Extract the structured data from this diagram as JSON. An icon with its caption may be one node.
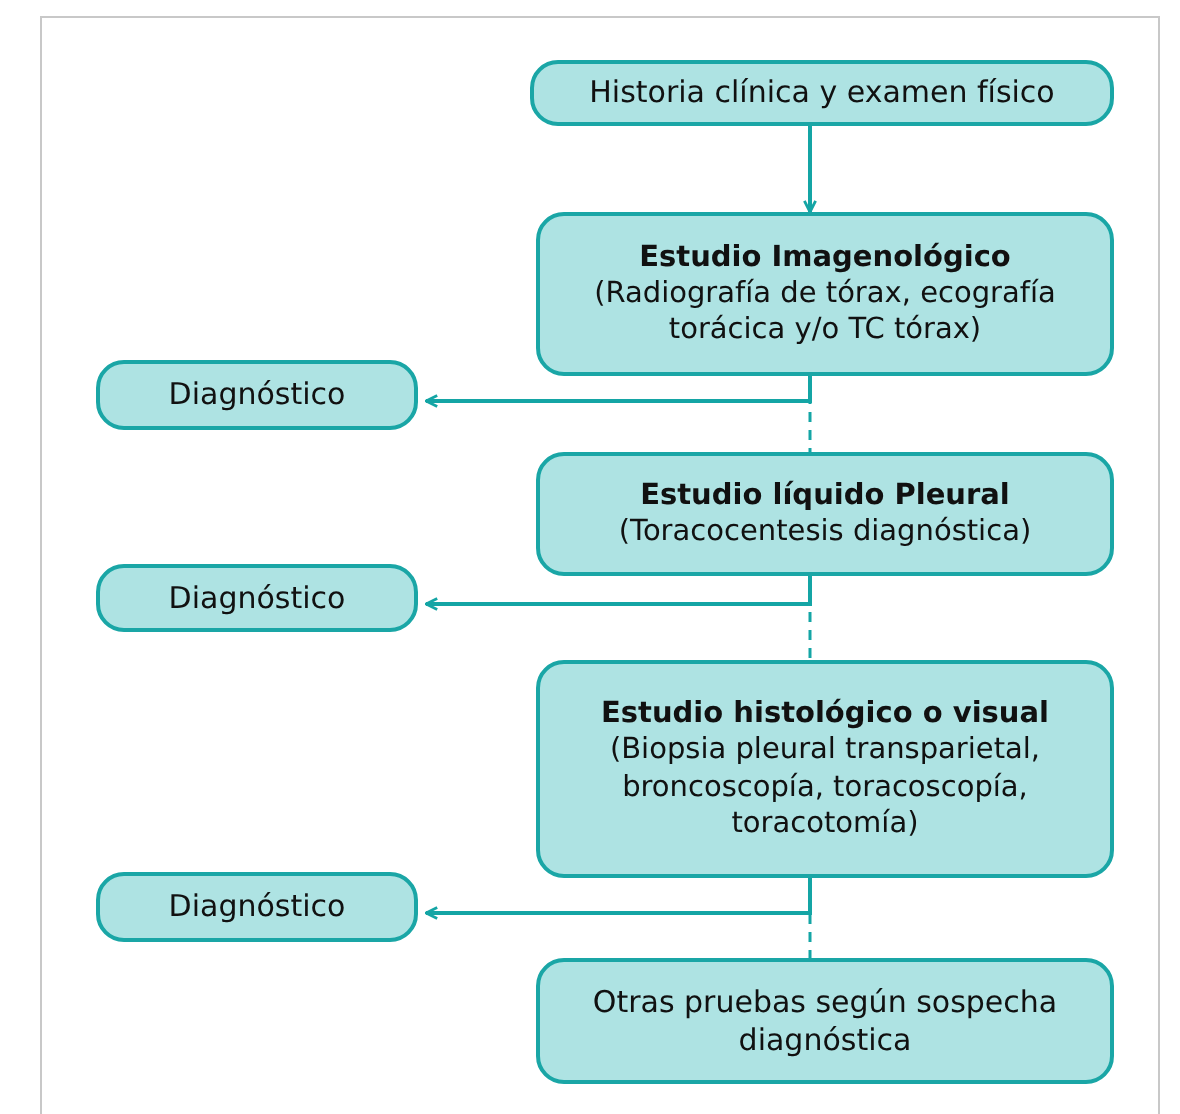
{
  "diagram": {
    "nodes": [
      {
        "text": [
          "Historia clínica y examen físico"
        ]
      },
      {
        "text": [
          "Estudio Imagenológico",
          "(Radiografía de tórax, ecografía torácica y/o TC tórax)"
        ]
      },
      {
        "text": [
          "Diagnóstico"
        ]
      },
      {
        "text": [
          "Estudio líquido Pleural",
          "(Toracocentesis diagnóstica)"
        ]
      },
      {
        "text": [
          "Diagnóstico"
        ]
      },
      {
        "text": [
          "Estudio histológico o visual",
          "(Biopsia pleural transparietal, broncoscopía, toracoscopía, toracotomía)"
        ]
      },
      {
        "text": [
          "Diagnóstico"
        ]
      },
      {
        "text": [
          "Otras pruebas según sospecha diagnóstica"
        ]
      }
    ],
    "edges": [
      {
        "from": 0,
        "to": 1,
        "arrow": "to"
      },
      {
        "from": 1,
        "to": 2,
        "arrow": "to"
      },
      {
        "from": 1,
        "to": 3,
        "arrow": "none",
        "style": "dashed"
      },
      {
        "from": 3,
        "to": 4,
        "arrow": "to"
      },
      {
        "from": 3,
        "to": 5,
        "arrow": "none",
        "style": "dashed"
      },
      {
        "from": 5,
        "to": 6,
        "arrow": "to"
      },
      {
        "from": 5,
        "to": 7,
        "arrow": "none",
        "style": "dashed"
      }
    ]
  }
}
